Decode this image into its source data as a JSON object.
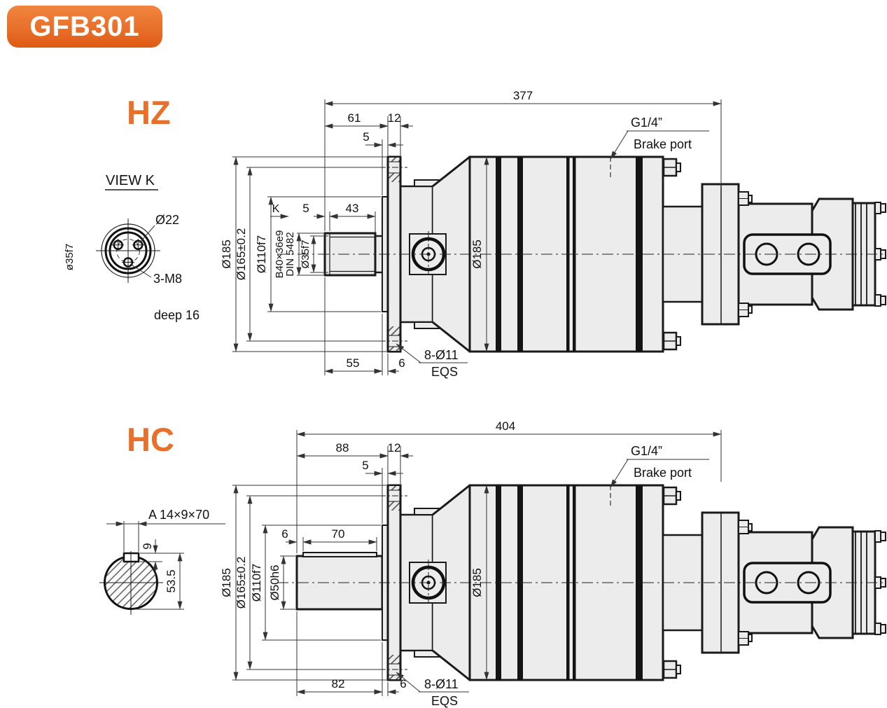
{
  "product": {
    "model": "GFB301"
  },
  "colors": {
    "accent": "#e8702a",
    "line": "#1a1a1a",
    "metal_fill": "#ececec"
  },
  "hz": {
    "title": "HZ",
    "view_k": {
      "title": "VIEW K",
      "bolt_circle": "Ø22",
      "shaft_dia": "ø35f7",
      "thread": "3-M8",
      "depth": "deep 16"
    },
    "dim": {
      "overall": "377",
      "shaft_to_flange": "61",
      "flange_thk": "12",
      "pilot_len": "5",
      "view_arrow": "K",
      "chamfer": "5",
      "spline_len": "43",
      "flange_od": "Ø185",
      "bolt_circle": "Ø165±0.2",
      "pilot_dia": "Ø110f7",
      "spline_spec": "B40×36e9",
      "spline_std": "DIN 5482",
      "journal_dia": "Ø35f7",
      "body_od": "Ø185",
      "shaft_len": "55",
      "gap": "6",
      "mount_holes": "8-Ø11",
      "spacing": "EQS",
      "port_size": "G1/4”",
      "port_name": "Brake port"
    }
  },
  "hc": {
    "title": "HC",
    "section": {
      "key_spec": "A 14×9×70",
      "key_height": "9",
      "key_pos": "53.5"
    },
    "dim": {
      "overall": "404",
      "shaft_to_flange": "88",
      "flange_thk": "12",
      "pilot_len": "5",
      "key_offset": "6",
      "key_len": "70",
      "flange_od": "Ø185",
      "bolt_circle": "Ø165±0.2",
      "pilot_dia": "Ø110f7",
      "shaft_dia": "Ø50h6",
      "body_od": "Ø185",
      "shaft_len": "82",
      "gap": "6",
      "mount_holes": "8-Ø11",
      "spacing": "EQS",
      "port_size": "G1/4”",
      "port_name": "Brake port"
    }
  }
}
